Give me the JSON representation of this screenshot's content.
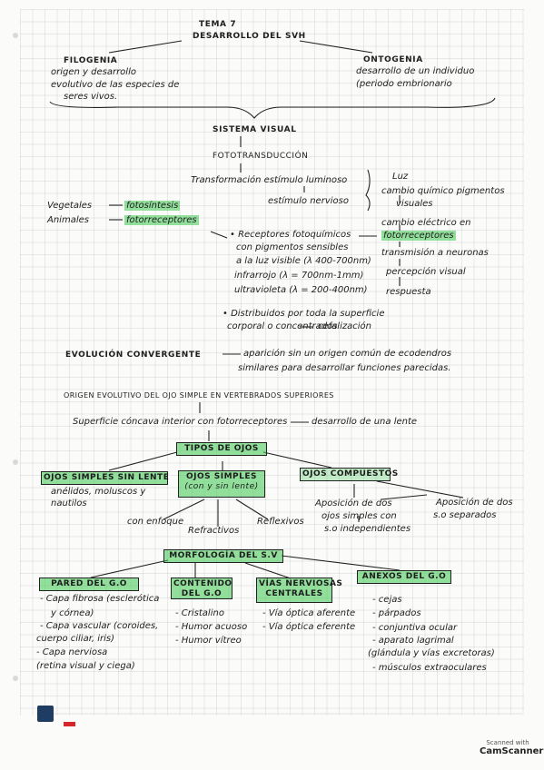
{
  "title": {
    "tema": "TEMA 7",
    "subtitle": "DESARROLLO DEL SVH"
  },
  "filogenia": {
    "heading": "FILOGENIA",
    "l1": "origen y desarrollo",
    "l2": "evolutivo de las especies de",
    "l3": "seres vivos."
  },
  "ontogenia": {
    "heading": "ONTOGENIA",
    "l1": "desarrollo de un individuo",
    "l2": "(periodo embrionario"
  },
  "sistema": {
    "heading": "SISTEMA VISUAL",
    "fototrans": "FOTOTRANSDUCCIÓN",
    "transf": "Transformación estímulo luminoso",
    "estimulo": "estímulo nervioso"
  },
  "right_chain": {
    "luz": "Luz",
    "cambio1": "cambio químico pigmentos",
    "cambio2": "visuales",
    "electrico": "cambio eléctrico en",
    "foto": "fotorreceptores",
    "transmision": "transmisión a neuronas",
    "percepcion": "percepción visual",
    "respuesta": "respuesta"
  },
  "left": {
    "vegetales": "Vegetales",
    "fotosintesis": "fotosíntesis",
    "animales": "Animales",
    "fotorreceptores": "fotorreceptores"
  },
  "receptores": {
    "l1": "• Receptores fotoquímicos",
    "l2": "con pigmentos sensibles",
    "l3": "a la luz visible (λ 400-700nm)",
    "l4": "infrarrojo (λ = 700nm-1mm)",
    "l5": "ultravioleta (λ = 200-400nm)",
    "l6": "• Distribuidos por toda la superficie",
    "l7": "corporal o concentrados",
    "cefalizacion": "cefalización"
  },
  "convergente": {
    "heading": "EVOLUCIÓN CONVERGENTE",
    "l1": "aparición sin un origen común de ecodendros",
    "l2": "similares para desarrollar funciones parecidas."
  },
  "origen": {
    "heading": "ORIGEN EVOLUTIVO DEL OJO SIMPLE EN VERTEBRADOS SUPERIORES",
    "l1": "Superficie cóncava interior con fotorreceptores",
    "l2": "desarrollo de una lente"
  },
  "tipos": {
    "box": "TIPOS DE OJOS",
    "simples_sin": "OJOS SIMPLES SIN LENTE",
    "simples_con1": "OJOS SIMPLES",
    "simples_con2": "(con y sin lente)",
    "compuestos": "OJOS COMPUESTOS",
    "anelidos1": "anélidos, moluscos y",
    "anelidos2": "nautilos",
    "con_enfoque": "con enfoque",
    "refractivos": "Refractivos",
    "reflexivos": "Reflexivos",
    "aposicion1": "Aposición de dos",
    "aposicion2": "ojos simples con",
    "aposicion3": "s.o independientes",
    "aposicion_dos1": "Aposición de dos",
    "aposicion_dos2": "s.o separados"
  },
  "morfologia": {
    "box": "MORFOLOGÍA DEL S.V",
    "pared": "PARED DEL G.O",
    "contenido1": "CONTENIDO",
    "contenido2": "DEL G.O",
    "vias1": "VÍAS NERVIOSAS",
    "vias2": "CENTRALES",
    "anexos": "ANEXOS DEL G.O"
  },
  "pared_items": {
    "i1": "- Capa fibrosa (esclerótica",
    "i2": "y córnea)",
    "i3": "- Capa vascular (coroides,",
    "i4": "cuerpo ciliar, iris)",
    "i5": "- Capa nerviosa",
    "i6": "(retina visual y ciega)"
  },
  "contenido_items": {
    "i1": "- Cristalino",
    "i2": "- Humor acuoso",
    "i3": "- Humor vítreo"
  },
  "vias_items": {
    "i1": "- Vía óptica aferente",
    "i2": "- Vía óptica eferente"
  },
  "anexos_items": {
    "i1": "- cejas",
    "i2": "- párpados",
    "i3": "- conjuntiva ocular",
    "i4": "- aparato lagrimal",
    "i5": "(glándula y vías excretoras)",
    "i6": "- músculos extraoculares"
  },
  "scanner": {
    "l1": "Scanned with",
    "l2": "CamScanner"
  }
}
